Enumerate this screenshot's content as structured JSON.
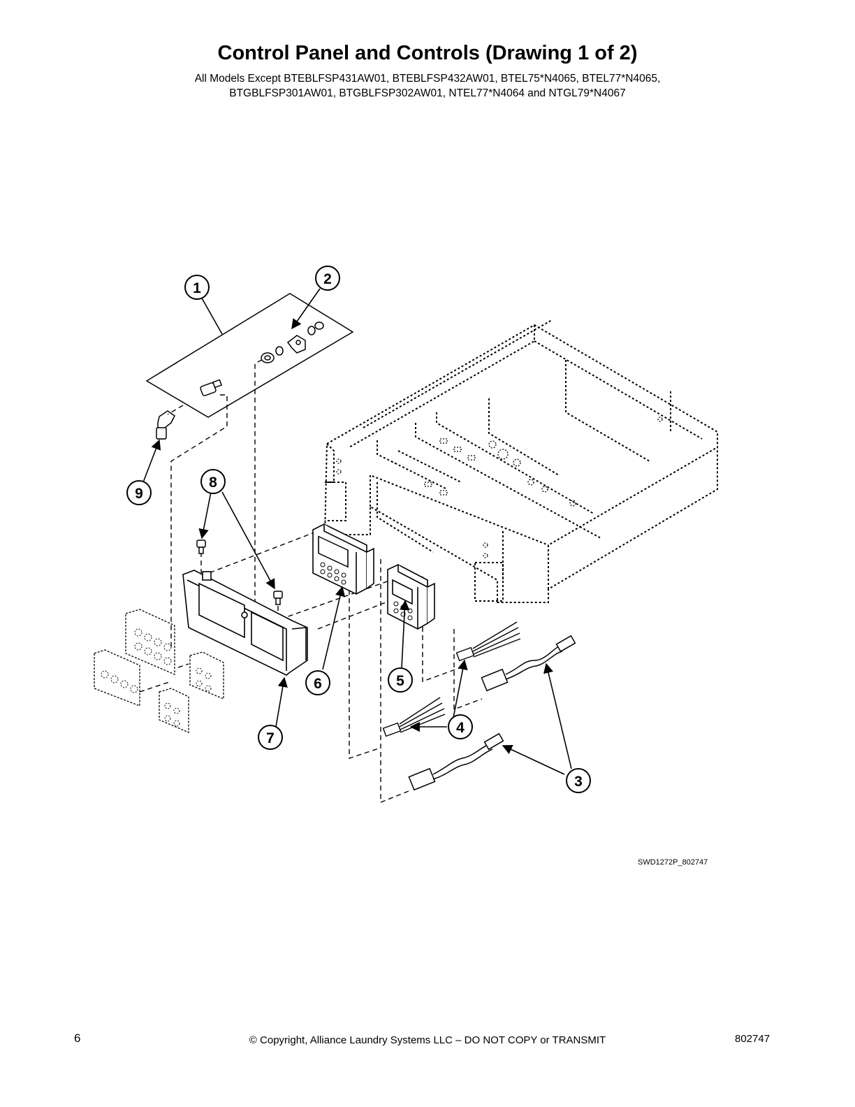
{
  "header": {
    "title": "Control Panel and Controls (Drawing 1 of 2)",
    "subtitle_line1": "All Models Except BTEBLFSP431AW01, BTEBLFSP432AW01, BTEL75*N4065, BTEL77*N4065,",
    "subtitle_line2": "BTGBLFSP301AW01, BTGBLFSP302AW01, NTEL77*N4064 and NTGL79*N4067"
  },
  "callouts": [
    "1",
    "2",
    "3",
    "4",
    "5",
    "6",
    "7",
    "8",
    "9"
  ],
  "drawing_code": "SWD1272P_802747",
  "footer": {
    "page_number": "6",
    "copyright": "© Copyright, Alliance Laundry Systems LLC – DO NOT COPY or TRANSMIT",
    "doc_number": "802747"
  }
}
